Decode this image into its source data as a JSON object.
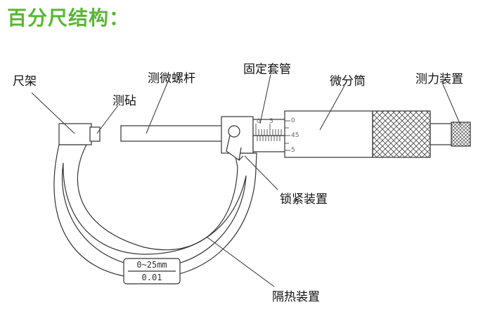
{
  "title": "百分尺结构：",
  "labels": {
    "frame": "尺架",
    "anvil": "测砧",
    "spindle": "测微螺杆",
    "sleeve": "固定套管",
    "thimble": "微分筒",
    "ratchet": "测力装置",
    "lock": "锁紧装置",
    "insulation": "隔热装置"
  },
  "plate": {
    "range": "0~25mm",
    "resolution": "0.01"
  },
  "scale_marks": {
    "sleeve_0": "0",
    "sleeve_5": "5",
    "thimble_top": "0",
    "thimble_mid": "45",
    "thimble_bottom": "5"
  },
  "colors": {
    "title": "#58b734",
    "stroke": "#333333",
    "fill": "#ffffff",
    "scale_text": "#666666"
  }
}
